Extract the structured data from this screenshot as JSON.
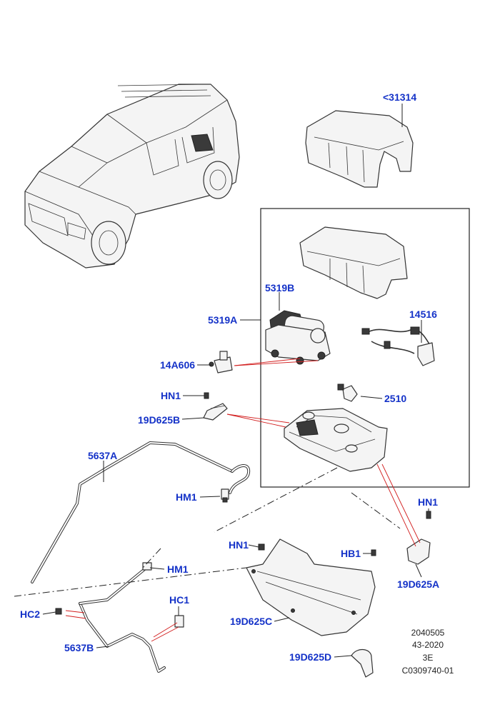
{
  "callouts": {
    "c31314": "<31314",
    "c5319B": "5319B",
    "c5319A": "5319A",
    "c14516": "14516",
    "c14A606": "14A606",
    "cHN1a": "HN1",
    "c2510": "2510",
    "c19D625B": "19D625B",
    "c5637A": "5637A",
    "cHM1a": "HM1",
    "cHN1b": "HN1",
    "cHN1c": "HN1",
    "cHB1": "HB1",
    "cHM1b": "HM1",
    "c19D625A": "19D625A",
    "cHC1": "HC1",
    "cHC2": "HC2",
    "c19D625C": "19D625C",
    "c5637B": "5637B",
    "c19D625D": "19D625D"
  },
  "reference": {
    "line1": "2040505",
    "line2": "43-2020",
    "line3": "3E",
    "line4": "C0309740-01"
  },
  "colors": {
    "callout": "#1432c8",
    "leader_red": "#d21e1e",
    "linework": "#333333"
  }
}
